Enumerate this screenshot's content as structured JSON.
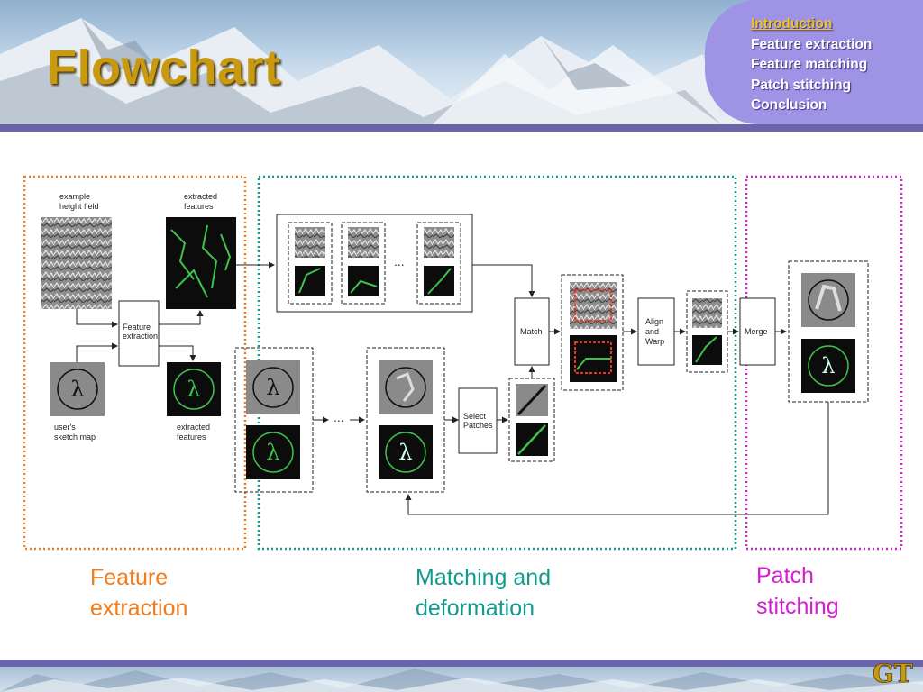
{
  "slide": {
    "title": "Flowchart"
  },
  "nav": {
    "items": [
      "Introduction",
      "Feature extraction",
      "Feature matching",
      "Patch stitching",
      "Conclusion"
    ],
    "active_index": 0
  },
  "diagram": {
    "labels": {
      "example_height_field": [
        "example",
        "height field"
      ],
      "extracted_features_top": [
        "extracted",
        "features"
      ],
      "feature_extraction_box": [
        "Feature",
        "extraction"
      ],
      "users_sketch_map": [
        "user's",
        "sketch map"
      ],
      "extracted_features_bottom": [
        "extracted",
        "features"
      ],
      "match": "Match",
      "select_patches": [
        "Select",
        "Patches"
      ],
      "align_warp": [
        "Align",
        "and",
        "Warp"
      ],
      "merge": "Merge",
      "ellipsis": "..."
    }
  },
  "captions": {
    "feature_extraction": "Feature\nextraction",
    "matching": "Matching and\ndeformation",
    "patch_stitching": "Patch\nstitching"
  },
  "colors": {
    "orange": "#f07c1e",
    "teal": "#139a8e",
    "magenta": "#d41fd0",
    "title_gold": "#c99a10",
    "nav_bg": "#9f93e6",
    "bar": "#6a64a8",
    "green_line": "#3fc24a"
  }
}
